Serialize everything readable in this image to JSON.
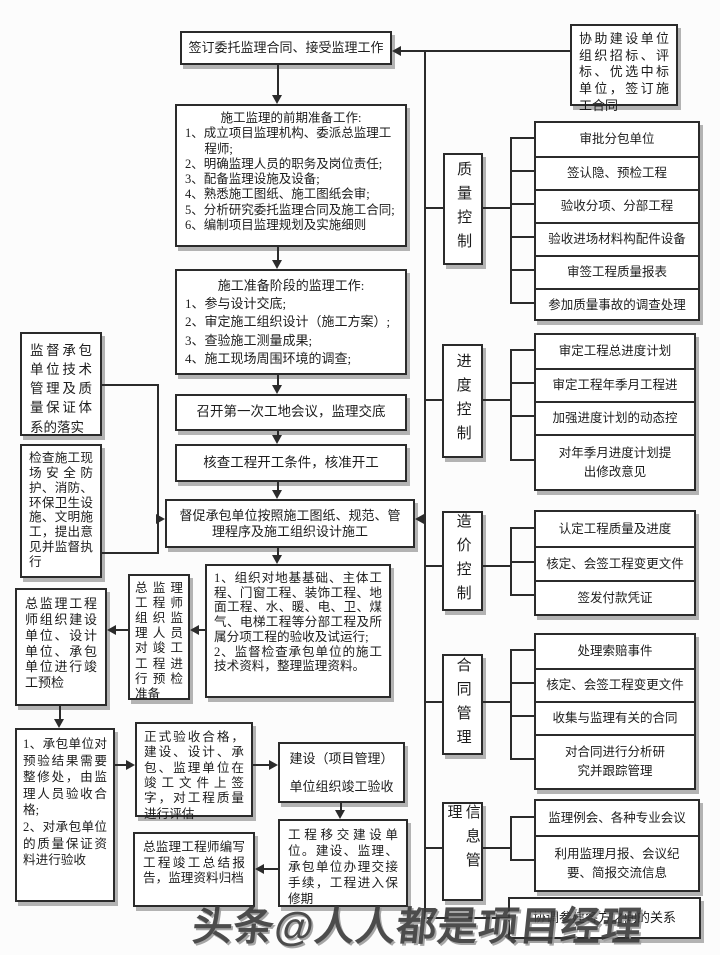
{
  "top": {
    "sign": "签订委托监理合同、接受监理工作",
    "assist": "协助建设单位组织招标、评标、优选中标单位，签订施工合同"
  },
  "prep": {
    "title": "施工监理的前期准备工作:",
    "items": [
      "1、成立项目监理机构、委派总监理工程师;",
      "2、明确监理人员的职务及岗位责任;",
      "3、配备监理设施及设备;",
      "4、熟悉施工图纸、施工图纸会审;",
      "5、分析研究委托监理合同及施工合同;",
      "6、编制项目监理规划及实施细则"
    ]
  },
  "prestage": {
    "title": "施工准备阶段的监理工作:",
    "items": [
      "1、参与设计交底;",
      "2、审定施工组织设计（施工方案）;",
      "3、查验施工测量成果;",
      "4、施工现场周围环境的调查;"
    ]
  },
  "meeting": "召开第一次工地会议，监理交底",
  "checkstart": "核查工程开工条件，核准开工",
  "supervise": "督促承包单位按照施工图纸、规范、管理程序及施工组织设计施工",
  "acceptance": {
    "items": [
      "1、组织对地基基础、主体工程、门窗工程、装饰工程、地面工程、水、暖、电、卫、煤气、电梯工程等分部工程及所属分项工程的验收及试运行;",
      "2、监督检查承包单位的施工技术资料，整理监理资料。"
    ]
  },
  "left": {
    "system": "监督承包单位技术管理及质量保证体系的落实",
    "site": "检查施工现场安全防护、消防、环保卫生设施、文明施工，提出意见并监督执行",
    "precheck_org": "总监理工程师组织建设单位、设计单位、承包单位进行竣工预检",
    "precheck_prep": "总监理工程师组织监理人员对竣工工程进行预检准备",
    "repair": {
      "items": [
        "1、承包单位对预验结果需要整修处，由监理人员验收合格;",
        "2、对承包单位的质量保证资料进行验收"
      ]
    }
  },
  "final": {
    "formal": "正式验收合格，建设、设计、承包、监理单位在竣工文件上签字，对工程质量进行评估",
    "owner": "建设（项目管理）单位组织竣工验收",
    "handover": "工程移交建设单位。建设、监理、承包单位办理交接手续，工程进入保修期",
    "report": "总监理工程师编写工程竣工总结报告，监理资料归档"
  },
  "sections": [
    {
      "label": "质量控制",
      "items": [
        "审批分包单位",
        "签认隐、预检工程",
        "验收分项、分部工程",
        "验收进场材料构配件设备",
        "审签工程质量报表",
        "参加质量事故的调查处理"
      ]
    },
    {
      "label": "进度控制",
      "items": [
        "审定工程总进度计划",
        "审定工程年季月工程进",
        "加强进度计划的动态控",
        "对年季月进度计划提出修改意见"
      ]
    },
    {
      "label": "造价控制",
      "items": [
        "认定工程质量及进度",
        "核定、会签工程变更文件",
        "签发付款凭证"
      ]
    },
    {
      "label": "合同管理",
      "items": [
        "处理索赔事件",
        "核定、会签工程变更文件",
        "收集与监理有关的合同",
        "对合同进行分析研究并跟踪管理"
      ]
    },
    {
      "label": "信息管理",
      "items": [
        "监理例会、各种专业会议",
        "利用监理月报、会议纪要、简报交流信息"
      ]
    }
  ],
  "coordination": "协调参建各方之间的关系",
  "watermark": "头条@人人都是项目经理"
}
